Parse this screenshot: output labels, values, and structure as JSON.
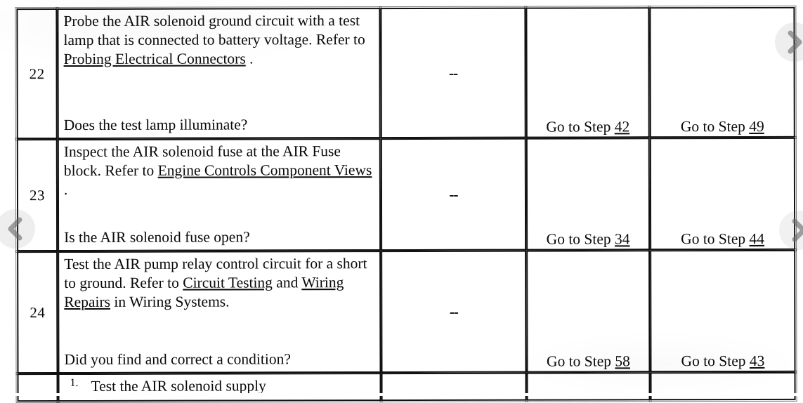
{
  "document": {
    "kind": "scanned-service-manual-diagnostic-table",
    "page_background": "#ffffff",
    "ink_color": "#0a0a0a"
  },
  "table": {
    "columns": [
      {
        "key": "step",
        "name": "step-number-column"
      },
      {
        "key": "action",
        "name": "action-column"
      },
      {
        "key": "value",
        "name": "value-column"
      },
      {
        "key": "yes",
        "name": "yes-column"
      },
      {
        "key": "no",
        "name": "no-column"
      }
    ],
    "rows": [
      {
        "step": "22",
        "action_body_segments": [
          {
            "text": "Probe the AIR solenoid ground circuit with a test lamp that is connected to battery voltage. Refer to ",
            "link": false
          },
          {
            "text": "Probing Electrical Connectors",
            "link": true
          },
          {
            "text": " .",
            "link": false
          }
        ],
        "action_question": "Does the test lamp illuminate?",
        "value": "--",
        "yes": {
          "prefix": "Go to Step ",
          "step": "42"
        },
        "no": {
          "prefix": "Go to Step ",
          "step": "49"
        }
      },
      {
        "step": "23",
        "action_body_segments": [
          {
            "text": "Inspect the AIR solenoid fuse at the AIR Fuse block. Refer to ",
            "link": false
          },
          {
            "text": "Engine Controls Component Views",
            "link": true
          },
          {
            "text": " .",
            "link": false
          }
        ],
        "action_question": "Is the AIR solenoid fuse open?",
        "value": "--",
        "yes": {
          "prefix": "Go to Step ",
          "step": "34"
        },
        "no": {
          "prefix": "Go to Step ",
          "step": "44"
        }
      },
      {
        "step": "24",
        "action_body_segments": [
          {
            "text": "Test the AIR pump relay control circuit for a short to ground. Refer to ",
            "link": false
          },
          {
            "text": "Circuit Testing",
            "link": true
          },
          {
            "text": " and ",
            "link": false
          },
          {
            "text": "Wiring Repairs",
            "link": true
          },
          {
            "text": " in Wiring Systems.",
            "link": false
          }
        ],
        "action_question": "Did you find and correct a condition?",
        "value": "--",
        "yes": {
          "prefix": "Go to Step ",
          "step": "58"
        },
        "no": {
          "prefix": "Go to Step ",
          "step": "43"
        }
      },
      {
        "step": "",
        "clipped": true,
        "sub_list": [
          {
            "num": "1.",
            "text": "Test the AIR solenoid supply"
          }
        ],
        "action_question": "",
        "value": "",
        "yes": {
          "prefix": "",
          "step": ""
        },
        "no": {
          "prefix": "",
          "step": ""
        }
      }
    ]
  },
  "overlay": {
    "prev_label": "previous-page",
    "next_label": "next-page"
  }
}
